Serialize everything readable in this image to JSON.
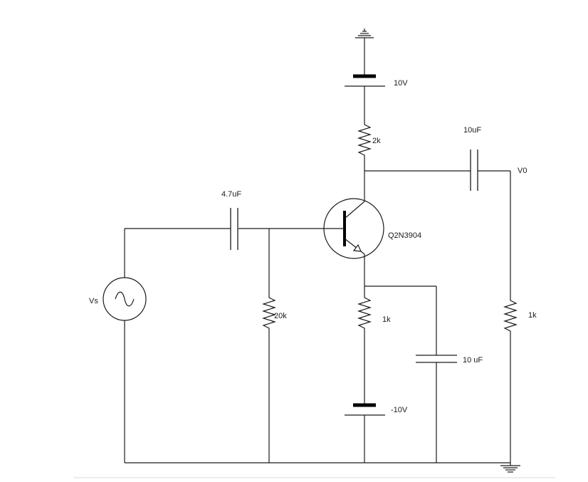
{
  "components": {
    "source": {
      "label": "Vs"
    },
    "coupling_cap_in": {
      "label": "4.7uF"
    },
    "bias_resistor": {
      "label": "20k"
    },
    "transistor": {
      "label": "Q2N3904"
    },
    "collector_supply": {
      "label": "10V"
    },
    "collector_resistor": {
      "label": "2k"
    },
    "coupling_cap_out": {
      "label": "10uF"
    },
    "output_node": {
      "label": "V0"
    },
    "load_resistor": {
      "label": "1k"
    },
    "emitter_resistor": {
      "label": "1k"
    },
    "bypass_cap": {
      "label": "10 uF"
    },
    "emitter_supply": {
      "label": "-10V"
    }
  }
}
